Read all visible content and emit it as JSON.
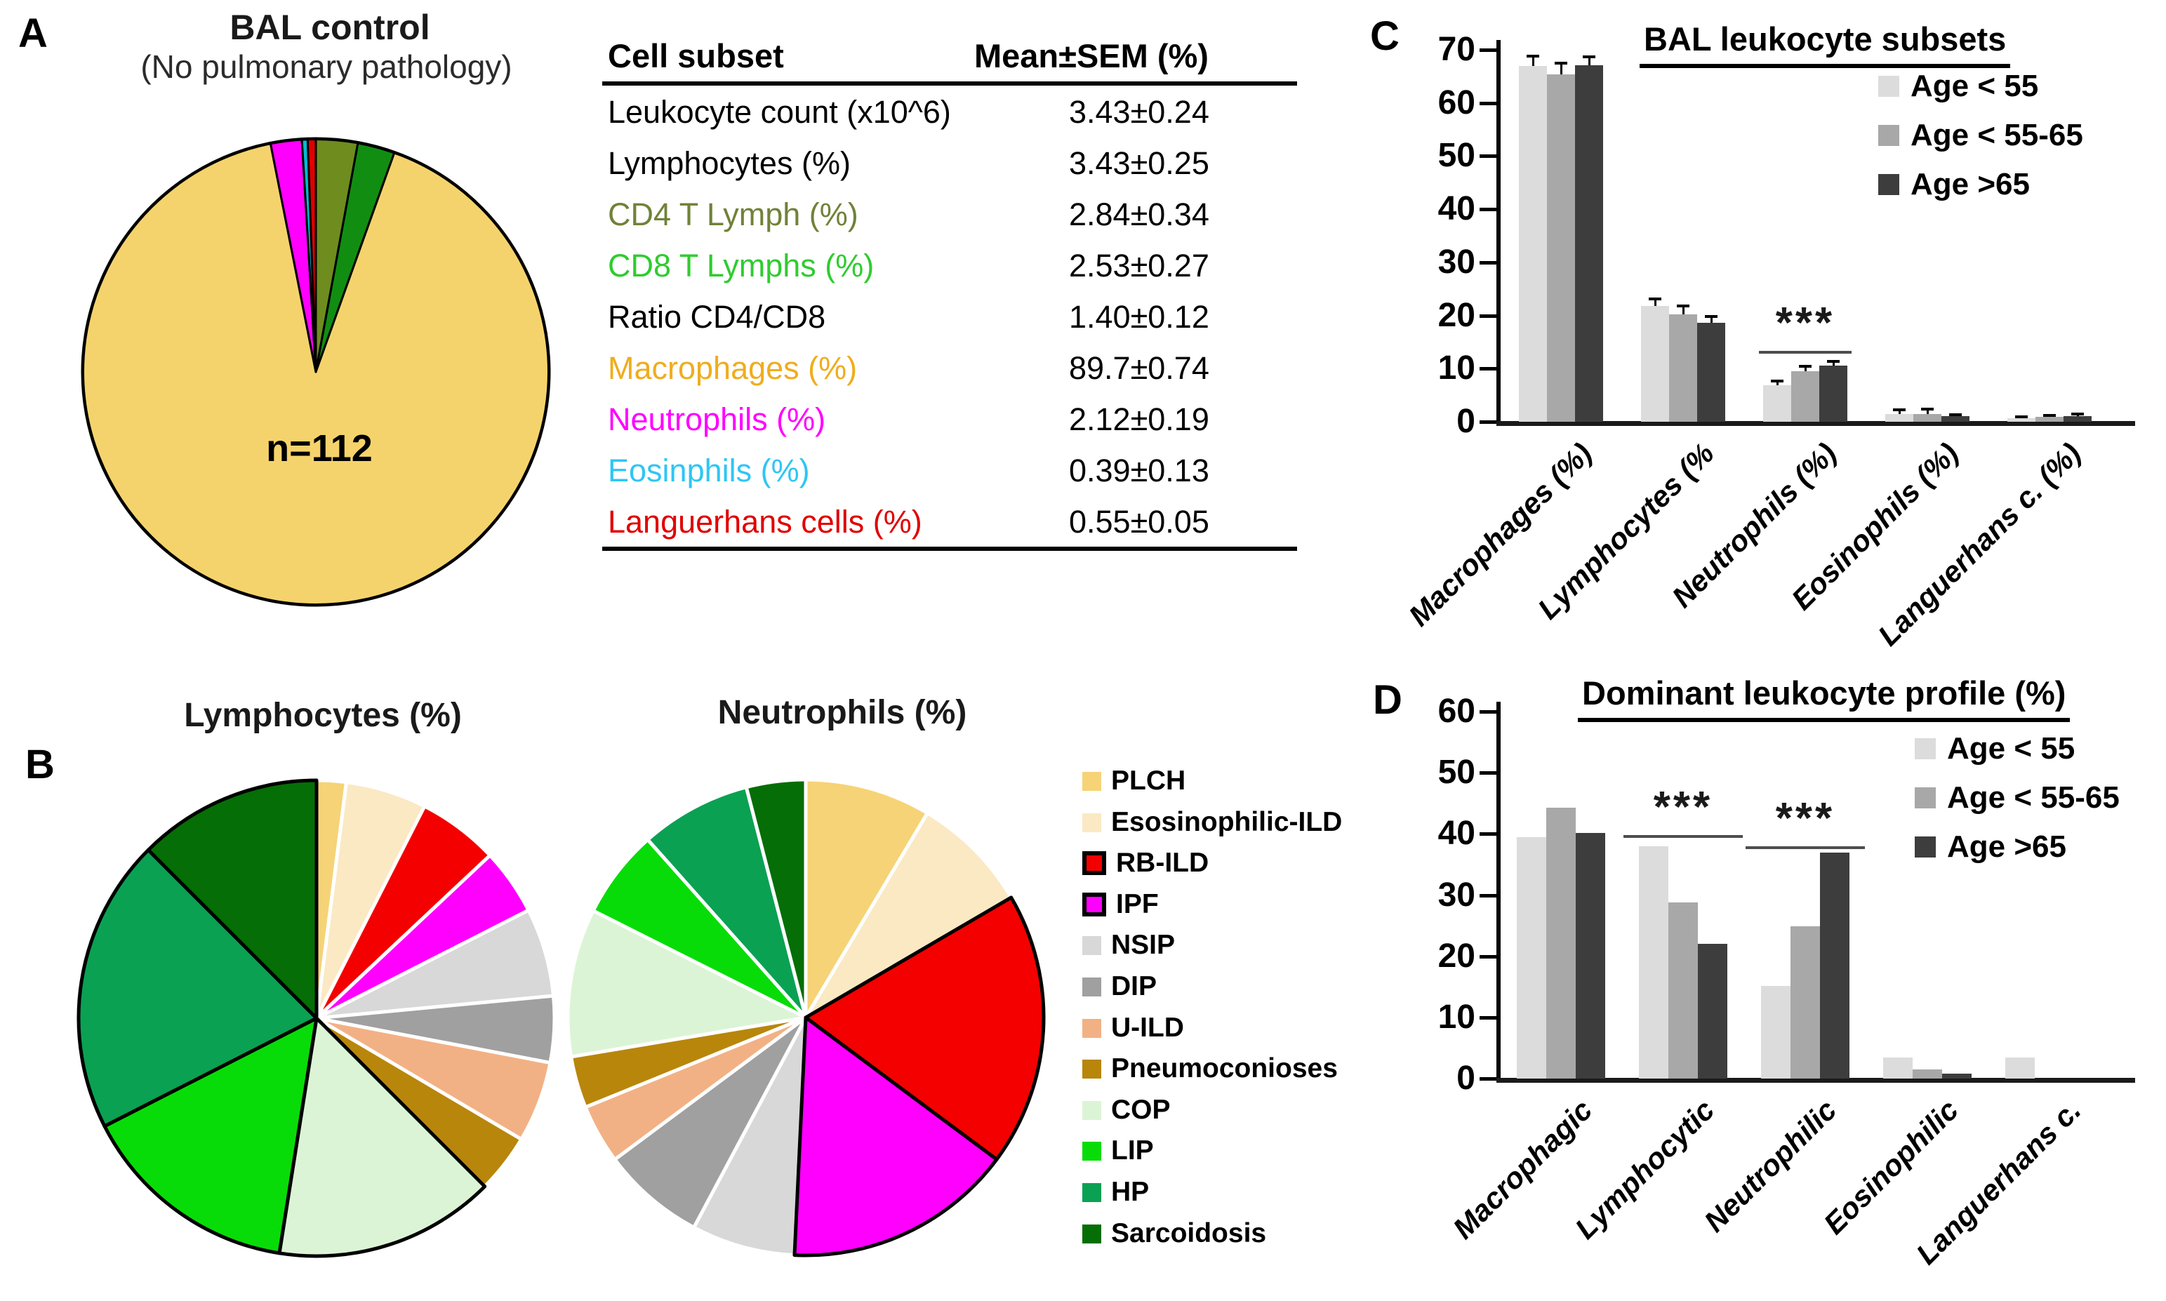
{
  "panelA": {
    "label": "A",
    "title": "BAL control",
    "subtitle": "(No pulmonary pathology)",
    "n_label": "n=112",
    "table": {
      "headers": [
        "Cell subset",
        "Mean±SEM (%)"
      ],
      "rows": [
        {
          "label": "Leukocyte count (x10^6)",
          "value": "3.43±0.24",
          "color": "#000000"
        },
        {
          "label": "Lymphocytes (%)",
          "value": "3.43±0.25",
          "color": "#000000"
        },
        {
          "label": "CD4 T Lymph (%)",
          "value": "2.84±0.34",
          "color": "#708238"
        },
        {
          "label": "CD8 T Lymphs (%)",
          "value": "2.53±0.27",
          "color": "#2FCC2F"
        },
        {
          "label": "Ratio CD4/CD8",
          "value": "1.40±0.12",
          "color": "#000000"
        },
        {
          "label": "Macrophages (%)",
          "value": "89.7±0.74",
          "color": "#EFAD1D"
        },
        {
          "label": "Neutrophils (%)",
          "value": "2.12±0.19",
          "color": "#FF00FF"
        },
        {
          "label": "Eosinphils (%)",
          "value": "0.39±0.13",
          "color": "#2EC6F5"
        },
        {
          "label": "Languerhans cells (%)",
          "value": "0.55±0.05",
          "color": "#E00000"
        }
      ]
    }
  },
  "panelB": {
    "label": "B",
    "titles": [
      "Lymphocytes (%)",
      "Neutrophils (%)"
    ],
    "legend": [
      {
        "label": "PLCH",
        "color": "#F6D376",
        "bordered": false
      },
      {
        "label": "Esosinophilic-ILD",
        "color": "#FBE9C4",
        "bordered": false
      },
      {
        "label": "RB-ILD",
        "color": "#F40000",
        "bordered": true
      },
      {
        "label": "IPF",
        "color": "#FF00FF",
        "bordered": true
      },
      {
        "label": "NSIP",
        "color": "#D8D8D8",
        "bordered": false
      },
      {
        "label": "DIP",
        "color": "#A0A0A0",
        "bordered": false
      },
      {
        "label": "U-ILD",
        "color": "#F2B184",
        "bordered": false
      },
      {
        "label": "Pneumoconioses",
        "color": "#B8860B",
        "bordered": false
      },
      {
        "label": "COP",
        "color": "#DCF4D6",
        "bordered": false
      },
      {
        "label": "LIP",
        "color": "#08DC08",
        "bordered": false
      },
      {
        "label": "HP",
        "color": "#0AA153",
        "bordered": false
      },
      {
        "label": "Sarcoidosis",
        "color": "#056E06",
        "bordered": false
      }
    ]
  },
  "panelC": {
    "label": "C",
    "title": "BAL leukocyte subsets"
  },
  "panelD": {
    "label": "D",
    "title": "Dominant leukocyte profile (%)"
  },
  "chart_data": [
    {
      "id": "bal_control_pie",
      "type": "pie",
      "title": "BAL control",
      "subtitle": "(No pulmonary pathology)",
      "center_label": "n=112",
      "n": 112,
      "legend_position": "none",
      "slices": [
        {
          "label": "CD4 T Lymph (%)",
          "value": 2.84,
          "color": "#6F8C1F",
          "outline": "black"
        },
        {
          "label": "CD8 T Lymphs (%)",
          "value": 2.53,
          "color": "#118E11",
          "outline": "black"
        },
        {
          "label": "Macrophages (%)",
          "value": 89.7,
          "color": "#F5D36C",
          "outline": "black"
        },
        {
          "label": "Neutrophils (%)",
          "value": 2.12,
          "color": "#FF00FF",
          "outline": "black"
        },
        {
          "label": "Eosinphils (%)",
          "value": 0.39,
          "color": "#00BCD4",
          "outline": "black"
        },
        {
          "label": "Languerhans cells (%)",
          "value": 0.55,
          "color": "#DF0000",
          "outline": "black"
        }
      ]
    },
    {
      "id": "lymphocytes_pie",
      "type": "pie",
      "title": "Lymphocytes (%)",
      "note": "share of dominant-lymphocytic cases by disease, estimated from slice angles",
      "slices": [
        {
          "label": "PLCH",
          "value": 2,
          "color": "#F6D376",
          "outline": "white"
        },
        {
          "label": "Esosinophilic-ILD",
          "value": 5.5,
          "color": "#FBE9C4",
          "outline": "white"
        },
        {
          "label": "RB-ILD",
          "value": 5.5,
          "color": "#F40000",
          "outline": "white"
        },
        {
          "label": "IPF",
          "value": 4.5,
          "color": "#FF00FF",
          "outline": "white"
        },
        {
          "label": "NSIP",
          "value": 6,
          "color": "#D8D8D8",
          "outline": "white"
        },
        {
          "label": "DIP",
          "value": 4.5,
          "color": "#A0A0A0",
          "outline": "white"
        },
        {
          "label": "U-ILD",
          "value": 5.5,
          "color": "#F2B184",
          "outline": "white"
        },
        {
          "label": "Pneumoconioses",
          "value": 4,
          "color": "#B8860B",
          "outline": "white"
        },
        {
          "label": "COP",
          "value": 15,
          "color": "#DCF4D6",
          "outline": "black"
        },
        {
          "label": "LIP",
          "value": 15,
          "color": "#08DC08",
          "outline": "black"
        },
        {
          "label": "HP",
          "value": 20,
          "color": "#0AA153",
          "outline": "black"
        },
        {
          "label": "Sarcoidosis",
          "value": 12.5,
          "color": "#056E06",
          "outline": "black"
        }
      ]
    },
    {
      "id": "neutrophils_pie",
      "type": "pie",
      "title": "Neutrophils (%)",
      "note": "share of dominant-neutrophilic cases by disease, estimated from slice angles",
      "slices": [
        {
          "label": "PLCH",
          "value": 8.5,
          "color": "#F6D376",
          "outline": "white"
        },
        {
          "label": "Esosinophilic-ILD",
          "value": 8,
          "color": "#FBE9C4",
          "outline": "white"
        },
        {
          "label": "RB-ILD",
          "value": 18.5,
          "color": "#F40000",
          "outline": "black"
        },
        {
          "label": "IPF",
          "value": 15.5,
          "color": "#FF00FF",
          "outline": "black"
        },
        {
          "label": "NSIP",
          "value": 7,
          "color": "#D8D8D8",
          "outline": "white"
        },
        {
          "label": "DIP",
          "value": 7,
          "color": "#A0A0A0",
          "outline": "white"
        },
        {
          "label": "U-ILD",
          "value": 4,
          "color": "#F2B184",
          "outline": "white"
        },
        {
          "label": "Pneumoconioses",
          "value": 3.5,
          "color": "#B8860B",
          "outline": "white"
        },
        {
          "label": "COP",
          "value": 10,
          "color": "#DCF4D6",
          "outline": "white"
        },
        {
          "label": "LIP",
          "value": 6,
          "color": "#08DC08",
          "outline": "white"
        },
        {
          "label": "HP",
          "value": 7.5,
          "color": "#0AA153",
          "outline": "white"
        },
        {
          "label": "Sarcoidosis",
          "value": 4,
          "color": "#056E06",
          "outline": "white"
        }
      ]
    },
    {
      "id": "bal_leukocyte_subsets",
      "type": "bar",
      "title": "BAL leukocyte subsets",
      "categories": [
        "Macrophages (%)",
        "Lymphocytes (%",
        "Neutrophils (%)",
        "Eosinophils (%)",
        "Languerhans c. (%)"
      ],
      "series": [
        {
          "name": "Age < 55",
          "color": "#DCDCDC",
          "values": [
            67.0,
            21.8,
            6.9,
            1.5,
            0.7
          ],
          "errors": [
            1.8,
            1.3,
            0.8,
            0.8,
            0.25
          ]
        },
        {
          "name": "Age < 55-65",
          "color": "#A8A8A8",
          "values": [
            65.4,
            20.2,
            9.5,
            1.5,
            0.9
          ],
          "errors": [
            2.1,
            1.6,
            0.9,
            0.9,
            0.25
          ]
        },
        {
          "name": "Age >65",
          "color": "#3D3D3D",
          "values": [
            67.1,
            18.6,
            10.6,
            1.0,
            1.1
          ],
          "errors": [
            1.6,
            1.2,
            0.8,
            0.35,
            0.3
          ]
        }
      ],
      "ylim": [
        0,
        70
      ],
      "ytick_step": 10,
      "xlabel": "",
      "ylabel": "",
      "grid": false,
      "legend_position": "upper-right",
      "significance": [
        {
          "text": "***",
          "from_category": 2,
          "to_category": 2,
          "line_value": 13.4
        }
      ]
    },
    {
      "id": "dominant_leukocyte_profile",
      "type": "bar",
      "title": "Dominant leukocyte profile (%)",
      "categories": [
        "Macrophagic",
        "Lymphocytic",
        "Neutrophilic",
        "Eosinophilic",
        "Languerhans c."
      ],
      "series": [
        {
          "name": "Age < 55",
          "color": "#DCDCDC",
          "values": [
            39.5,
            38.0,
            15.2,
            3.4,
            3.4
          ]
        },
        {
          "name": "Age < 55-65",
          "color": "#A8A8A8",
          "values": [
            44.3,
            28.8,
            24.9,
            1.5,
            0
          ]
        },
        {
          "name": "Age >65",
          "color": "#3D3D3D",
          "values": [
            40.2,
            22.0,
            36.9,
            0.8,
            0
          ]
        }
      ],
      "ylim": [
        0,
        60
      ],
      "ytick_step": 10,
      "xlabel": "",
      "ylabel": "",
      "grid": false,
      "legend_position": "upper-right",
      "significance": [
        {
          "text": "***",
          "from_category": 1,
          "to_category": 1,
          "line_value": 39.8
        },
        {
          "text": "***",
          "from_category": 2,
          "to_category": 2,
          "line_value": 38.0
        }
      ]
    }
  ]
}
